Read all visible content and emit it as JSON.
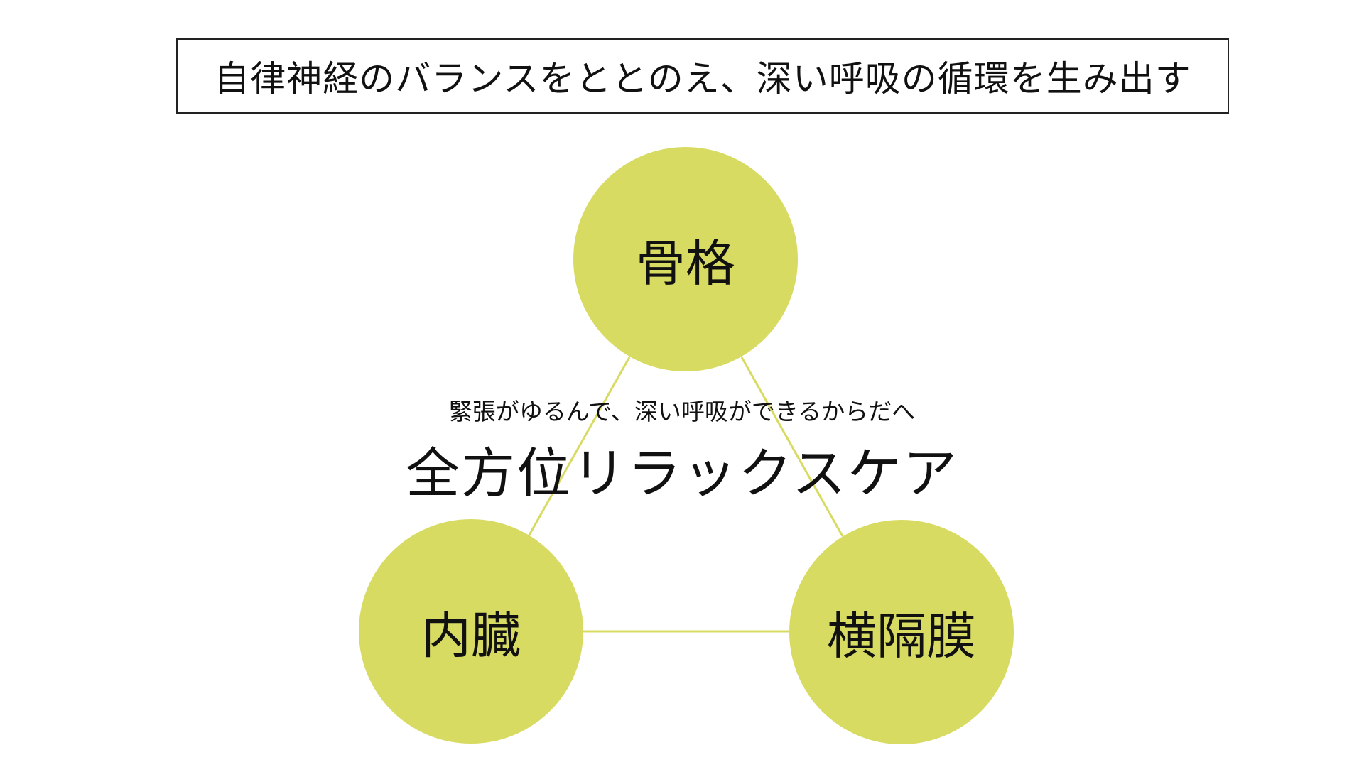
{
  "header": {
    "title": "自律神経のバランスをととのえ、深い呼吸の循環を生み出す"
  },
  "diagram": {
    "node_color": "#d8db62",
    "line_color": "#d8db62",
    "nodes": {
      "top": "骨格",
      "left": "内臓",
      "right": "横隔膜"
    },
    "center": {
      "subtitle": "緊張がゆるんで、深い呼吸ができるからだへ",
      "title": "全方位リラックスケア"
    }
  }
}
